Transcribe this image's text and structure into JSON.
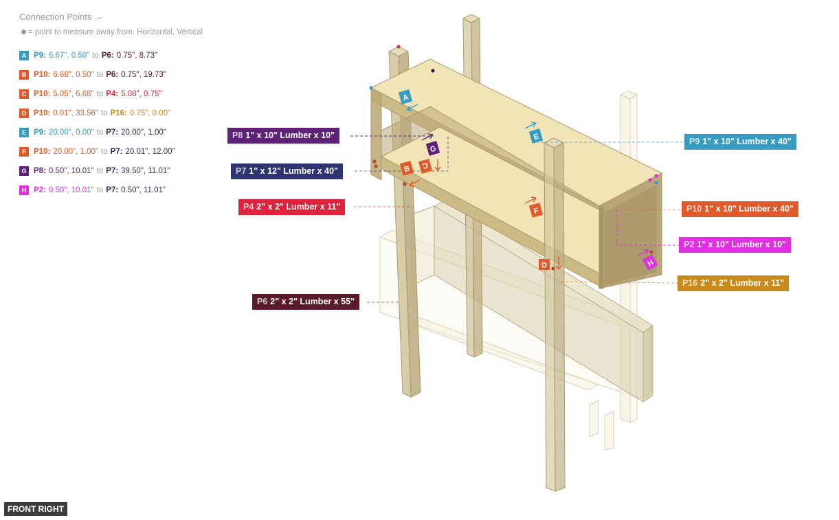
{
  "panel": {
    "title": "Connection Points →",
    "legend_text": "= point to measure away from. Horizontal, Vertical"
  },
  "connections": [
    {
      "letter": "A",
      "color": "#3a9bc1",
      "from_id": "P9:",
      "from_coords": "6.67\", 0.50\"",
      "from_color": "#3a9bc1",
      "to_word": "to",
      "to_id": "P6:",
      "to_coords": "0.75\", 8.73\"",
      "to_color": "#5a1a2a"
    },
    {
      "letter": "B",
      "color": "#e05a2b",
      "from_id": "P10:",
      "from_coords": "6.68\", 0.50\"",
      "from_color": "#e05a2b",
      "to_word": "to",
      "to_id": "P6:",
      "to_coords": "0.75\", 19.73\"",
      "to_color": "#5a1a2a"
    },
    {
      "letter": "C",
      "color": "#e05a2b",
      "from_id": "P10:",
      "from_coords": "5.05\", 6.68\"",
      "from_color": "#e05a2b",
      "to_word": "to",
      "to_id": "P4:",
      "to_coords": "5.08\", 0.75\"",
      "to_color": "#e0233d"
    },
    {
      "letter": "D",
      "color": "#e05a2b",
      "from_id": "P10:",
      "from_coords": "0.01\", 33.56\"",
      "from_color": "#e05a2b",
      "to_word": "to",
      "to_id": "P16:",
      "to_coords": "0.75\", 0.00\"",
      "to_color": "#c98a1c"
    },
    {
      "letter": "E",
      "color": "#3a9bc1",
      "from_id": "P9:",
      "from_coords": "20.00\", 0.00\"",
      "from_color": "#3a9bc1",
      "to_word": "to",
      "to_id": "P7:",
      "to_coords": "20.00\", 1.00\"",
      "to_color": "#2a2f5a"
    },
    {
      "letter": "F",
      "color": "#e05a2b",
      "from_id": "P10:",
      "from_coords": "20.00\", 1.00\"",
      "from_color": "#e05a2b",
      "to_word": "to",
      "to_id": "P7:",
      "to_coords": "20.01\", 12.00\"",
      "to_color": "#2a2f5a"
    },
    {
      "letter": "G",
      "color": "#5e2278",
      "from_id": "P8:",
      "from_coords": "0.50\", 10.01\"",
      "from_color": "#5e2278",
      "to_word": "to",
      "to_id": "P7:",
      "to_coords": "39.50\", 11.01\"",
      "to_color": "#2a2f5a"
    },
    {
      "letter": "H",
      "color": "#e02ee0",
      "from_id": "P2:",
      "from_coords": "0.50\", 10.01\"",
      "from_color": "#e02ee0",
      "to_word": "to",
      "to_id": "P7:",
      "to_coords": "0.50\", 11.01\"",
      "to_color": "#2a2f5a"
    }
  ],
  "parts": {
    "p8": {
      "id": "P8",
      "label": "1\" x 10\" Lumber  x 10\"",
      "color": "#5e2278"
    },
    "p7": {
      "id": "P7",
      "label": "1\" x 12\" Lumber  x 40\"",
      "color": "#2e3470"
    },
    "p4": {
      "id": "P4",
      "label": "2\" x 2\" Lumber x 11\"",
      "color": "#e0233d"
    },
    "p6": {
      "id": "P6",
      "label": "2\" x 2\" Lumber x 55\"",
      "color": "#5a1a2a"
    },
    "p9": {
      "id": "P9",
      "label": "1\" x 10\" Lumber  x 40\"",
      "color": "#3a9bc1"
    },
    "p10": {
      "id": "P10",
      "label": "1\" x 10\" Lumber  x 40\"",
      "color": "#e05a2b"
    },
    "p2": {
      "id": "P2",
      "label": "1\" x 10\" Lumber  x 10\"",
      "color": "#e02ee0"
    },
    "p16": {
      "id": "P16",
      "label": "2\" x 2\" Lumber x 11\"",
      "color": "#c98a1c"
    }
  },
  "markers": {
    "A": {
      "letter": "A",
      "color": "#3a9bc1"
    },
    "B": {
      "letter": "B",
      "color": "#e05a2b"
    },
    "C": {
      "letter": "C",
      "color": "#e05a2b"
    },
    "D": {
      "letter": "D",
      "color": "#e05a2b"
    },
    "E": {
      "letter": "E",
      "color": "#3a9bc1"
    },
    "F": {
      "letter": "F",
      "color": "#e05a2b"
    },
    "G": {
      "letter": "G",
      "color": "#5e2278"
    },
    "H": {
      "letter": "H",
      "color": "#e02ee0"
    }
  },
  "view_label": "FRONT RIGHT"
}
